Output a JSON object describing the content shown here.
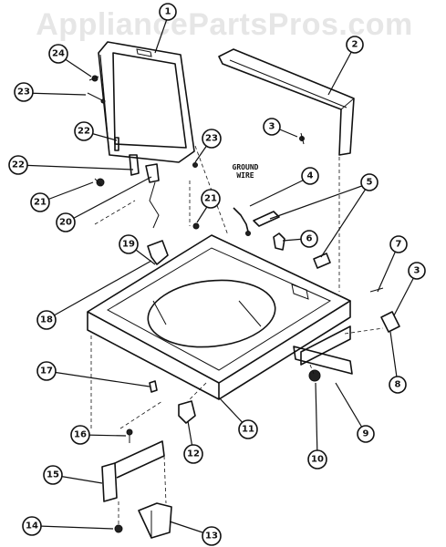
{
  "watermark": "AppliancePartsPros.com",
  "annotation": "GROUND WIRE",
  "callouts": [
    "1",
    "2",
    "3",
    "4",
    "5",
    "6",
    "7",
    "3",
    "8",
    "9",
    "10",
    "11",
    "12",
    "13",
    "14",
    "15",
    "16",
    "17",
    "18",
    "19",
    "20",
    "21",
    "21",
    "22",
    "22",
    "23",
    "23",
    "24"
  ],
  "colors": {
    "line": "#111111",
    "background": "#ffffff",
    "watermark": "#e6e6e6"
  }
}
